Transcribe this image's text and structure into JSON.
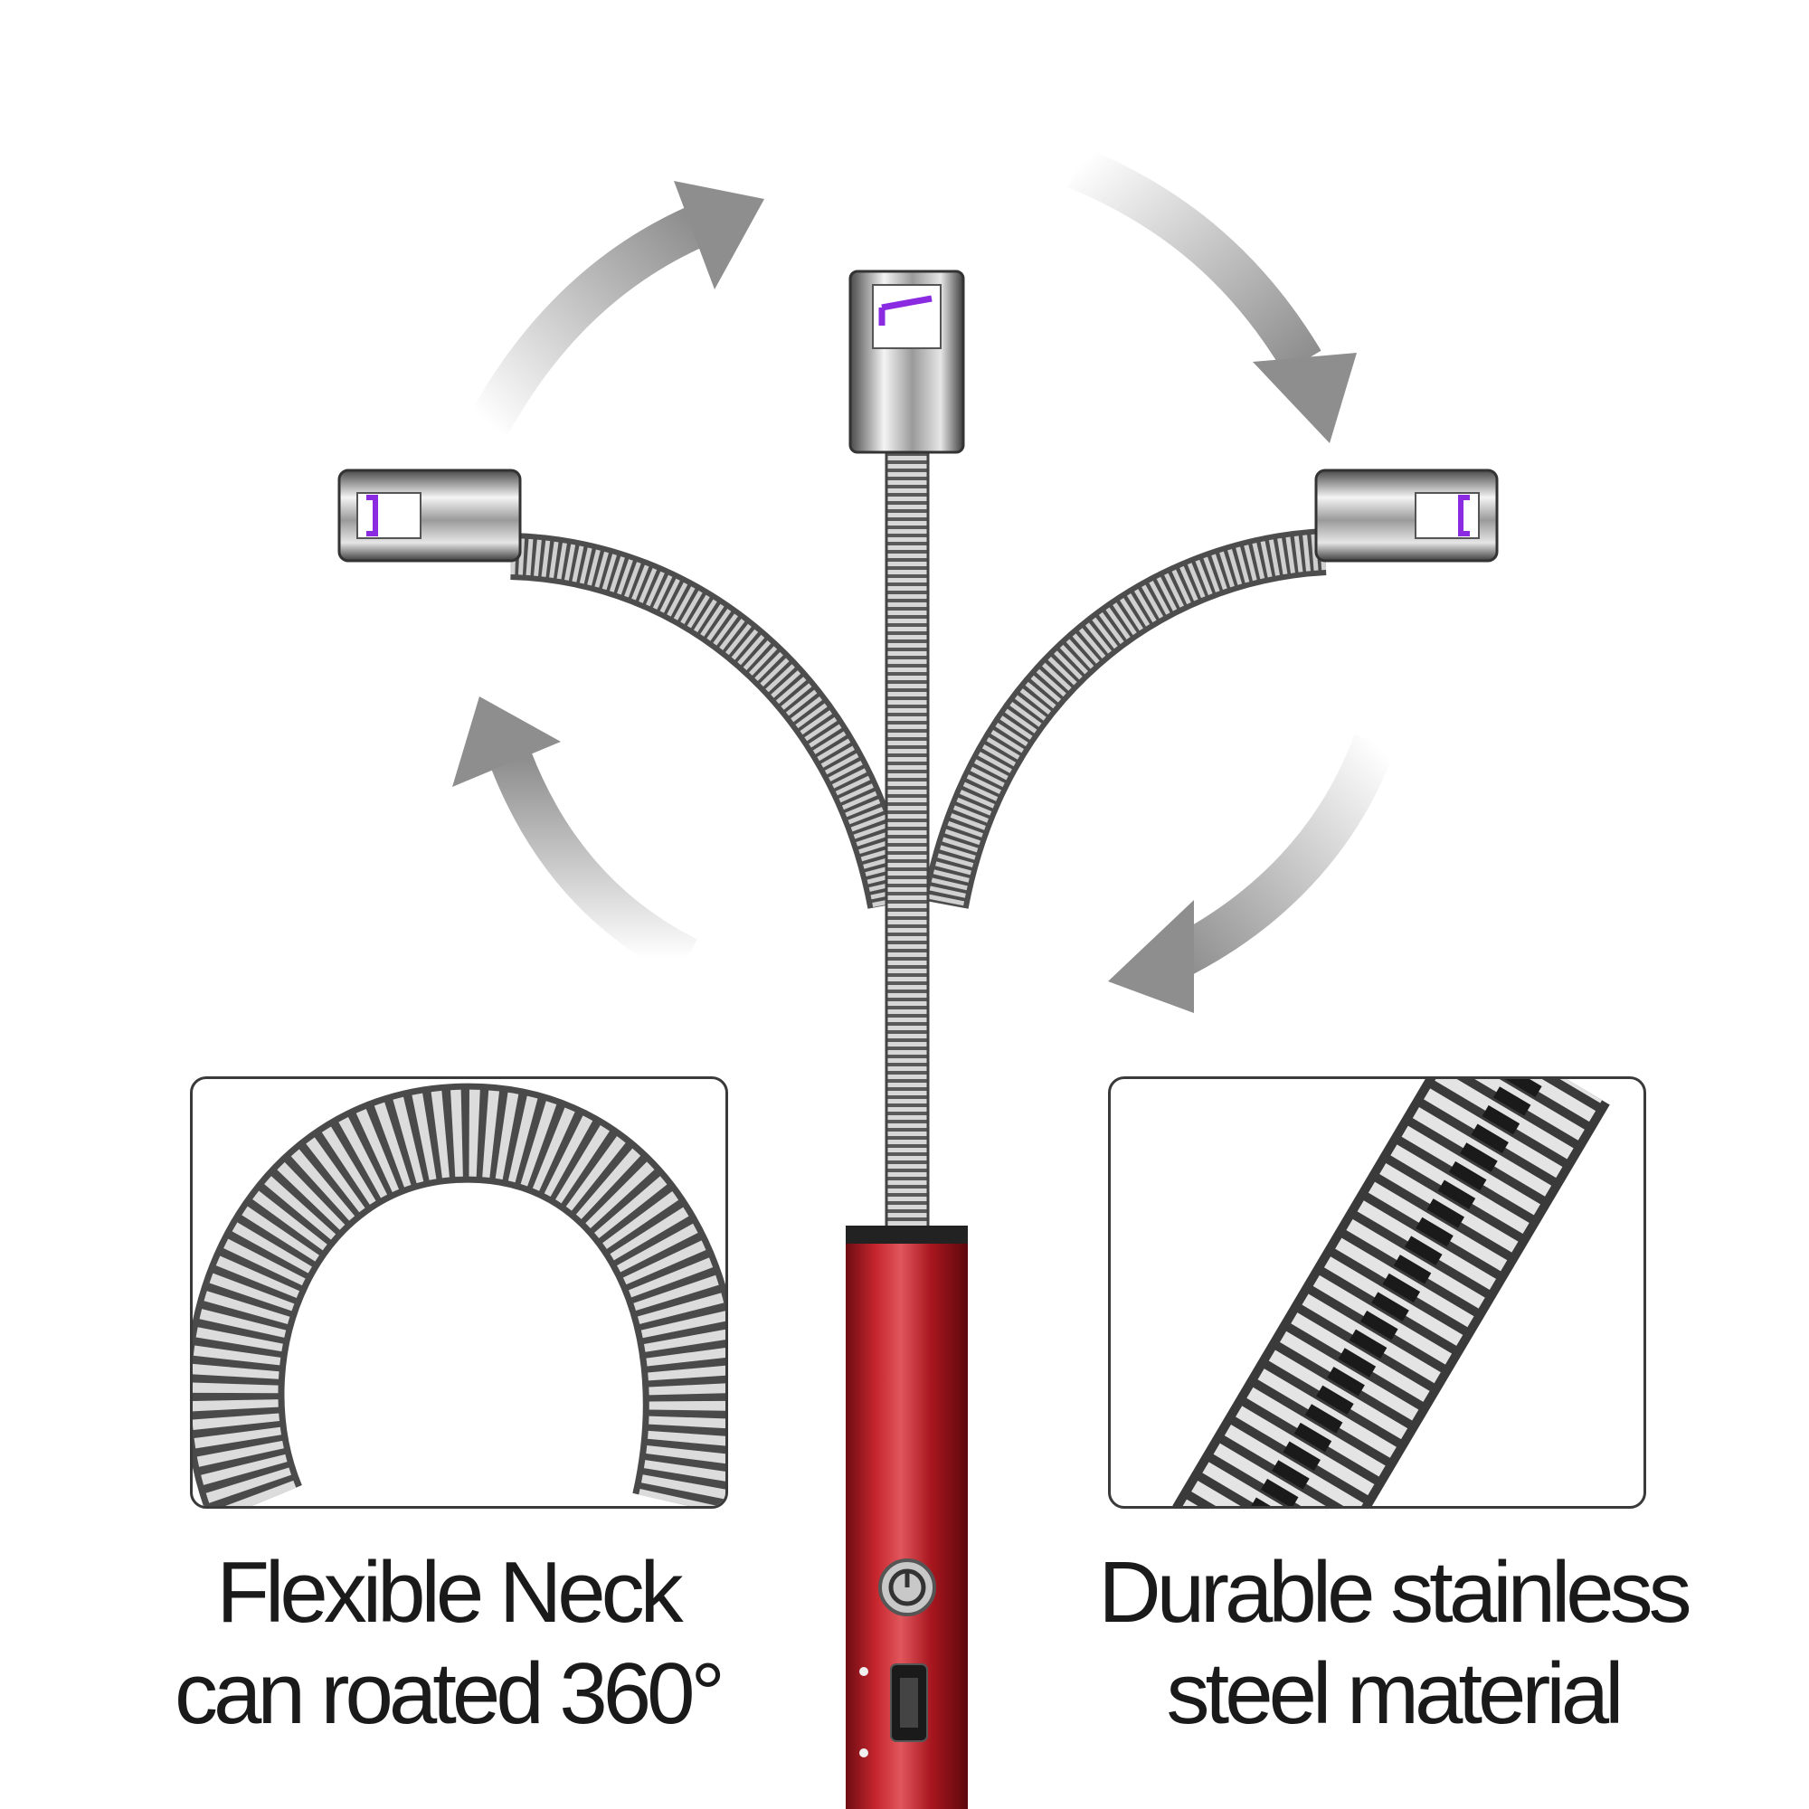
{
  "features": [
    {
      "line1": "Flexible Neck",
      "line2": "can roated 360°"
    },
    {
      "line1": "Durable stainless",
      "line2": "steel material"
    }
  ],
  "colors": {
    "body_red": "#b01e26",
    "metal": "#9a9a9a",
    "arc_purple": "#8a2be2",
    "arrow_gray": "#8e8e8e",
    "text": "#1a1a1a"
  },
  "icons": [
    "rotate-arrow-icon",
    "power-button-icon",
    "usb-port-icon"
  ]
}
